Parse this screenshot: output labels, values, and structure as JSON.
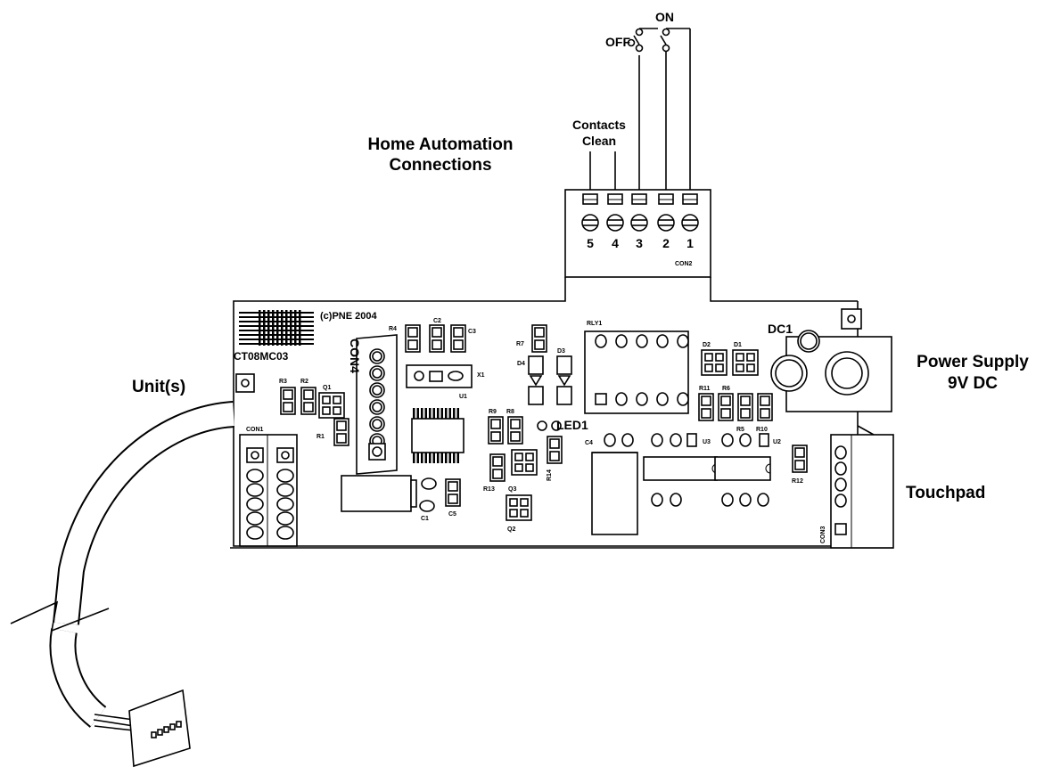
{
  "labels": {
    "home_automation_line1": "Home Automation",
    "home_automation_line2": "Connections",
    "contacts_line1": "Contacts",
    "contacts_line2": "Clean",
    "off": "OFF",
    "on": "ON",
    "unit": "Unit(s)",
    "power_supply_line1": "Power Supply",
    "power_supply_line2": "9V DC",
    "touchpad": "Touchpad",
    "copyright": "(c)PNE 2004",
    "board_id": "CT08MC03",
    "led1": "LED1",
    "dc1": "DC1",
    "con4": "CON4"
  },
  "terminals": [
    "5",
    "4",
    "3",
    "2",
    "1"
  ],
  "designators": {
    "con1": "CON1",
    "con2": "CON2",
    "con3": "CON3",
    "r1": "R1",
    "r2": "R2",
    "r3": "R3",
    "r4": "R4",
    "r5": "R5",
    "r6": "R6",
    "r7": "R7",
    "r8": "R8",
    "r9": "R9",
    "r10": "R10",
    "r11": "R11",
    "r12": "R12",
    "r13": "R13",
    "r14": "R14",
    "c1": "C1",
    "c2": "C2",
    "c3": "C3",
    "c4": "C4",
    "c5": "C5",
    "d1": "D1",
    "d2": "D2",
    "d3": "D3",
    "d4": "D4",
    "q1": "Q1",
    "q2": "Q2",
    "q3": "Q3",
    "u1": "U1",
    "u2": "U2",
    "u3": "U3",
    "x1": "X1",
    "rly1": "RLY1"
  }
}
